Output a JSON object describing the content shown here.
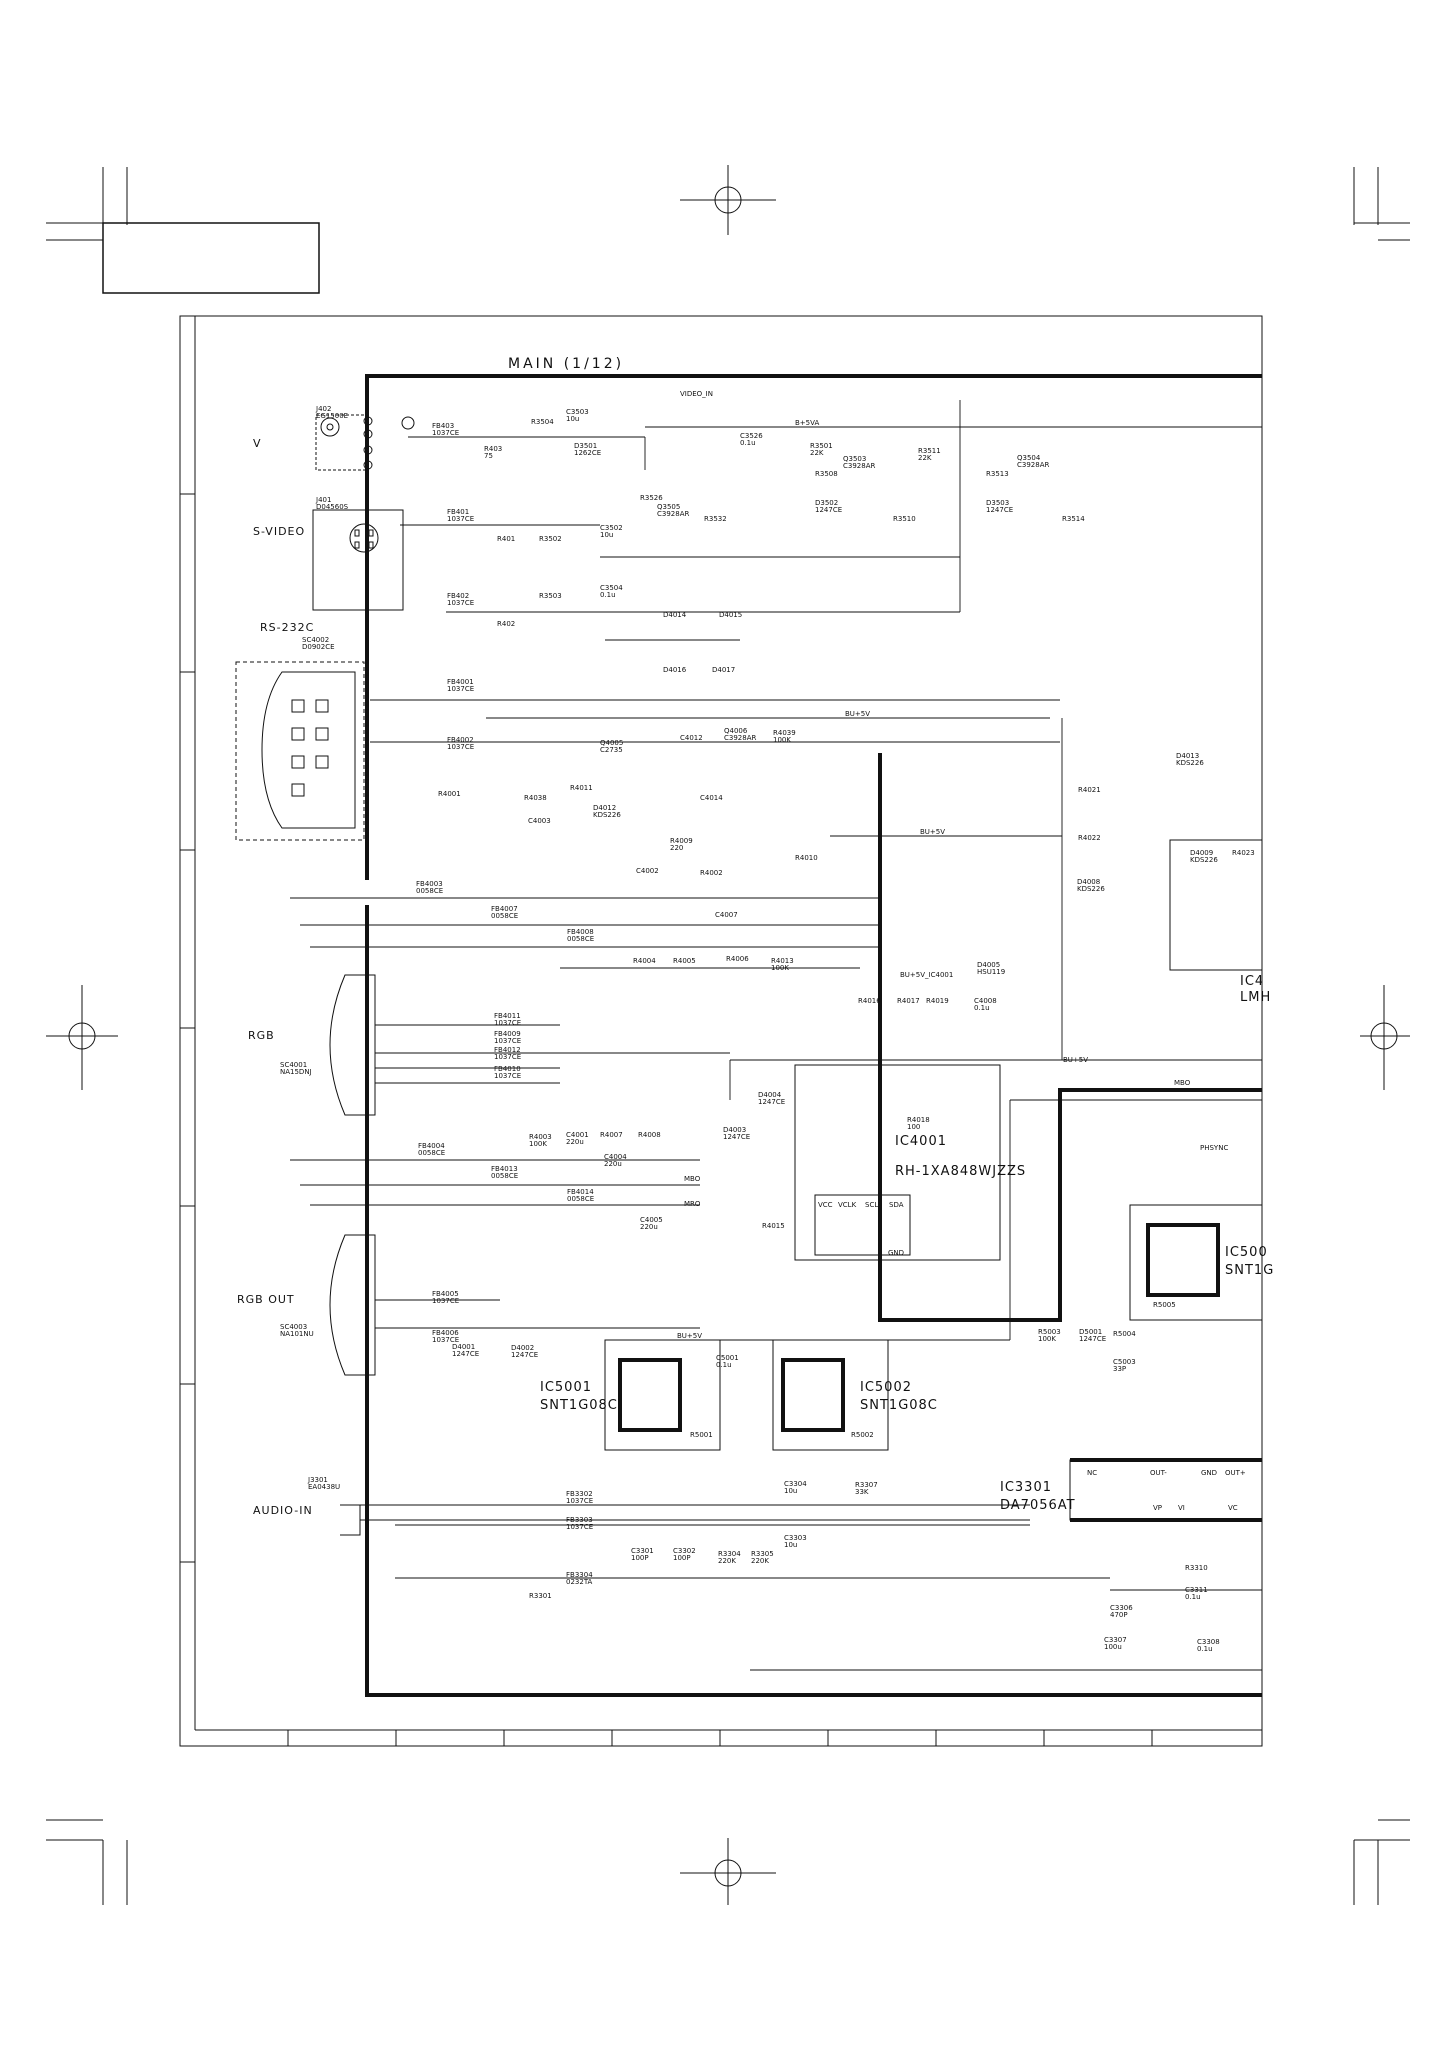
{
  "sheet": {
    "title": "MAIN (1/12)"
  },
  "connectors": {
    "v": "V",
    "svideo": "S-VIDEO",
    "rs232c": "RS-232C",
    "rgb": "RGB",
    "rgb_out": "RGB OUT",
    "audio_in": "AUDIO-IN"
  },
  "ics": {
    "ic4001": "IC4001",
    "ic4001_part": "RH-1XA848WJZZS",
    "ic5001": "IC5001",
    "ic5001_part": "SNT1G08C",
    "ic5002": "IC5002",
    "ic5002_part": "SNT1G08C",
    "ic3301": "IC3301",
    "ic3301_part": "DA7056AT",
    "ic500x": "IC500",
    "ic500x_part": "SNT1G",
    "ic4x": "IC4",
    "ic4x_part": "LMH"
  },
  "components": [
    {
      "id": "c-j402",
      "t": "J402"
    },
    {
      "id": "c-j402-p",
      "t": "EG1500E"
    },
    {
      "id": "c-j401",
      "t": "J401"
    },
    {
      "id": "c-j401-p",
      "t": "D04560S"
    },
    {
      "id": "c-sc4002",
      "t": "SC4002"
    },
    {
      "id": "c-sc4002-p",
      "t": "D0902CE"
    },
    {
      "id": "c-fb403",
      "t": "FB403"
    },
    {
      "id": "c-fb403-p",
      "t": "1037CE"
    },
    {
      "id": "c-r403",
      "t": "R403"
    },
    {
      "id": "c-r403-v",
      "t": "75"
    },
    {
      "id": "c-r3504",
      "t": "R3504"
    },
    {
      "id": "c-c3503",
      "t": "C3503"
    },
    {
      "id": "c-c3503-v",
      "t": "10u"
    },
    {
      "id": "c-d3501",
      "t": "D3501"
    },
    {
      "id": "c-d3501-p",
      "t": "1262CE"
    },
    {
      "id": "c-videoin",
      "t": "VIDEO_IN"
    },
    {
      "id": "c-b5va",
      "t": "B+5VA"
    },
    {
      "id": "c-c3526",
      "t": "C3526"
    },
    {
      "id": "c-c3526-v",
      "t": "0.1u"
    },
    {
      "id": "c-r3526",
      "t": "R3526"
    },
    {
      "id": "c-q3505",
      "t": "Q3505"
    },
    {
      "id": "c-q3505-p",
      "t": "C3928AR"
    },
    {
      "id": "c-r3532",
      "t": "R3532"
    },
    {
      "id": "c-r3501",
      "t": "R3501"
    },
    {
      "id": "c-r3501-v",
      "t": "22K"
    },
    {
      "id": "c-q3503",
      "t": "Q3503"
    },
    {
      "id": "c-q3503-p",
      "t": "C3928AR"
    },
    {
      "id": "c-r3508",
      "t": "R3508"
    },
    {
      "id": "c-d3502",
      "t": "D3502"
    },
    {
      "id": "c-d3502-p",
      "t": "1247CE"
    },
    {
      "id": "c-r3510",
      "t": "R3510"
    },
    {
      "id": "c-r3511",
      "t": "R3511"
    },
    {
      "id": "c-r3511-v",
      "t": "22K"
    },
    {
      "id": "c-r3513",
      "t": "R3513"
    },
    {
      "id": "c-d3503",
      "t": "D3503"
    },
    {
      "id": "c-d3503-p",
      "t": "1247CE"
    },
    {
      "id": "c-q3504",
      "t": "Q3504"
    },
    {
      "id": "c-q3504-p",
      "t": "C3928AR"
    },
    {
      "id": "c-r3514",
      "t": "R3514"
    },
    {
      "id": "c-fb401",
      "t": "FB401"
    },
    {
      "id": "c-fb401-p",
      "t": "1037CE"
    },
    {
      "id": "c-r401",
      "t": "R401"
    },
    {
      "id": "c-r3502",
      "t": "R3502"
    },
    {
      "id": "c-c3502",
      "t": "C3502"
    },
    {
      "id": "c-c3502-v",
      "t": "10u"
    },
    {
      "id": "c-fb402",
      "t": "FB402"
    },
    {
      "id": "c-fb402-p",
      "t": "1037CE"
    },
    {
      "id": "c-r3503",
      "t": "R3503"
    },
    {
      "id": "c-c3504",
      "t": "C3504"
    },
    {
      "id": "c-c3504-v",
      "t": "0.1u"
    },
    {
      "id": "c-r402",
      "t": "R402"
    },
    {
      "id": "c-d4014",
      "t": "D4014"
    },
    {
      "id": "c-d4015",
      "t": "D4015"
    },
    {
      "id": "c-d4016",
      "t": "D4016"
    },
    {
      "id": "c-d4017",
      "t": "D4017"
    },
    {
      "id": "c-fb4001",
      "t": "FB4001"
    },
    {
      "id": "c-fb4001-p",
      "t": "1037CE"
    },
    {
      "id": "c-fb4002",
      "t": "FB4002"
    },
    {
      "id": "c-fb4002-p",
      "t": "1037CE"
    },
    {
      "id": "c-r4001",
      "t": "R4001"
    },
    {
      "id": "c-bu5v-1",
      "t": "BU+5V"
    },
    {
      "id": "c-c4012",
      "t": "C4012"
    },
    {
      "id": "c-q4006",
      "t": "Q4006"
    },
    {
      "id": "c-q4006-p",
      "t": "C3928AR"
    },
    {
      "id": "c-r4039",
      "t": "R4039"
    },
    {
      "id": "c-r4039-v",
      "t": "100K"
    },
    {
      "id": "c-q4005",
      "t": "Q4005"
    },
    {
      "id": "c-q4005-p",
      "t": "C2735"
    },
    {
      "id": "c-r4038",
      "t": "R4038"
    },
    {
      "id": "c-r4011",
      "t": "R4011"
    },
    {
      "id": "c-c4003",
      "t": "C4003"
    },
    {
      "id": "c-d4012",
      "t": "D4012"
    },
    {
      "id": "c-d4012-p",
      "t": "KDS226"
    },
    {
      "id": "c-c4014",
      "t": "C4014"
    },
    {
      "id": "c-r4009",
      "t": "R4009"
    },
    {
      "id": "c-r4009-v",
      "t": "220"
    },
    {
      "id": "c-c4002",
      "t": "C4002"
    },
    {
      "id": "c-r4002",
      "t": "R4002"
    },
    {
      "id": "c-r4010",
      "t": "R4010"
    },
    {
      "id": "c-bu5v-2",
      "t": "BU+5V"
    },
    {
      "id": "c-d4013",
      "t": "D4013"
    },
    {
      "id": "c-d4013-p",
      "t": "KDS226"
    },
    {
      "id": "c-r4021",
      "t": "R4021"
    },
    {
      "id": "c-r4022",
      "t": "R4022"
    },
    {
      "id": "c-d4008",
      "t": "D4008"
    },
    {
      "id": "c-d4008-p",
      "t": "KDS226"
    },
    {
      "id": "c-d4009",
      "t": "D4009"
    },
    {
      "id": "c-d4009-p",
      "t": "KDS226"
    },
    {
      "id": "c-r4023",
      "t": "R4023"
    },
    {
      "id": "c-fb4003",
      "t": "FB4003"
    },
    {
      "id": "c-fb4003-p",
      "t": "0058CE"
    },
    {
      "id": "c-fb4007",
      "t": "FB4007"
    },
    {
      "id": "c-fb4007-p",
      "t": "0058CE"
    },
    {
      "id": "c-fb4008",
      "t": "FB4008"
    },
    {
      "id": "c-fb4008-p",
      "t": "0058CE"
    },
    {
      "id": "c-c4007",
      "t": "C4007"
    },
    {
      "id": "c-r4004",
      "t": "R4004"
    },
    {
      "id": "c-r4005",
      "t": "R4005"
    },
    {
      "id": "c-r4006",
      "t": "R4006"
    },
    {
      "id": "c-r4013",
      "t": "R4013"
    },
    {
      "id": "c-r4013-v",
      "t": "100K"
    },
    {
      "id": "c-d4005",
      "t": "D4005"
    },
    {
      "id": "c-d4005-p",
      "t": "HSU119"
    },
    {
      "id": "c-bu5v-ic",
      "t": "BU+5V_IC4001"
    },
    {
      "id": "c-r4016",
      "t": "R4016"
    },
    {
      "id": "c-r4017",
      "t": "R4017"
    },
    {
      "id": "c-r4019",
      "t": "R4019"
    },
    {
      "id": "c-c4008",
      "t": "C4008"
    },
    {
      "id": "c-c4008-v",
      "t": "0.1u"
    },
    {
      "id": "c-sc4001",
      "t": "SC4001"
    },
    {
      "id": "c-sc4001-p",
      "t": "NA15DNJ"
    },
    {
      "id": "c-fb4011",
      "t": "FB4011"
    },
    {
      "id": "c-fb4011-p",
      "t": "1037CE"
    },
    {
      "id": "c-fb4009",
      "t": "FB4009"
    },
    {
      "id": "c-fb4009-p",
      "t": "1037CE"
    },
    {
      "id": "c-fb4012",
      "t": "FB4012"
    },
    {
      "id": "c-fb4012-p",
      "t": "1037CE"
    },
    {
      "id": "c-fb4010",
      "t": "FB4010"
    },
    {
      "id": "c-fb4010-p",
      "t": "1037CE"
    },
    {
      "id": "c-bu5v-3",
      "t": "BU+5V"
    },
    {
      "id": "c-d4003",
      "t": "D4003"
    },
    {
      "id": "c-d4003-p",
      "t": "1247CE"
    },
    {
      "id": "c-d4004",
      "t": "D4004"
    },
    {
      "id": "c-d4004-p",
      "t": "1247CE"
    },
    {
      "id": "c-r4018",
      "t": "R4018"
    },
    {
      "id": "c-r4018-v",
      "t": "100"
    },
    {
      "id": "c-mbo",
      "t": "MBO"
    },
    {
      "id": "c-phsync",
      "t": "PHSYNC"
    },
    {
      "id": "c-r4003",
      "t": "R4003"
    },
    {
      "id": "c-r4003-v",
      "t": "100K"
    },
    {
      "id": "c-c4001",
      "t": "C4001"
    },
    {
      "id": "c-c4001-v",
      "t": "220u"
    },
    {
      "id": "c-r4007",
      "t": "R4007"
    },
    {
      "id": "c-r4008",
      "t": "R4008"
    },
    {
      "id": "c-fb4004",
      "t": "FB4004"
    },
    {
      "id": "c-fb4004-p",
      "t": "0058CE"
    },
    {
      "id": "c-c4004",
      "t": "C4004"
    },
    {
      "id": "c-c4004-v",
      "t": "220u"
    },
    {
      "id": "c-fb4013",
      "t": "FB4013"
    },
    {
      "id": "c-fb4013-p",
      "t": "0058CE"
    },
    {
      "id": "c-fb4014",
      "t": "FB4014"
    },
    {
      "id": "c-fb4014-p",
      "t": "0058CE"
    },
    {
      "id": "c-mbo-2",
      "t": "MBO"
    },
    {
      "id": "c-mro",
      "t": "MRO"
    },
    {
      "id": "c-c4005",
      "t": "C4005"
    },
    {
      "id": "c-c4005-v",
      "t": "220u"
    },
    {
      "id": "c-r4015",
      "t": "R4015"
    },
    {
      "id": "c-pin-vcc",
      "t": "VCC"
    },
    {
      "id": "c-pin-vclk",
      "t": "VCLK"
    },
    {
      "id": "c-pin-scl",
      "t": "SCL"
    },
    {
      "id": "c-pin-sda",
      "t": "SDA"
    },
    {
      "id": "c-pin-gnd",
      "t": "GND"
    },
    {
      "id": "c-bu5v-4",
      "t": "BU+5V"
    },
    {
      "id": "c-sc4003",
      "t": "SC4003"
    },
    {
      "id": "c-sc4003-p",
      "t": "NA101NU"
    },
    {
      "id": "c-fb4005",
      "t": "FB4005"
    },
    {
      "id": "c-fb4005-p",
      "t": "1037CE"
    },
    {
      "id": "c-fb4006",
      "t": "FB4006"
    },
    {
      "id": "c-fb4006-p",
      "t": "1037CE"
    },
    {
      "id": "c-d4001",
      "t": "D4001"
    },
    {
      "id": "c-d4001-p",
      "t": "1247CE"
    },
    {
      "id": "c-d4002",
      "t": "D4002"
    },
    {
      "id": "c-d4002-p",
      "t": "1247CE"
    },
    {
      "id": "c-c5001",
      "t": "C5001"
    },
    {
      "id": "c-c5001-v",
      "t": "0.1u"
    },
    {
      "id": "c-r5001",
      "t": "R5001"
    },
    {
      "id": "c-r5002",
      "t": "R5002"
    },
    {
      "id": "c-r5003",
      "t": "R5003"
    },
    {
      "id": "c-r5003-v",
      "t": "100K"
    },
    {
      "id": "c-d5001",
      "t": "D5001"
    },
    {
      "id": "c-d5001-p",
      "t": "1247CE"
    },
    {
      "id": "c-r5004",
      "t": "R5004"
    },
    {
      "id": "c-c5003",
      "t": "C5003"
    },
    {
      "id": "c-c5003-v",
      "t": "33P"
    },
    {
      "id": "c-r5005",
      "t": "R5005"
    },
    {
      "id": "c-j3301",
      "t": "J3301"
    },
    {
      "id": "c-j3301-p",
      "t": "EA0438U"
    },
    {
      "id": "c-fb3302",
      "t": "FB3302"
    },
    {
      "id": "c-fb3302-p",
      "t": "1037CE"
    },
    {
      "id": "c-fb3303",
      "t": "FB3303"
    },
    {
      "id": "c-fb3303-p",
      "t": "1037CE"
    },
    {
      "id": "c-fb3304",
      "t": "FB3304"
    },
    {
      "id": "c-fb3304-p",
      "t": "0232TA"
    },
    {
      "id": "c-r3301",
      "t": "R3301"
    },
    {
      "id": "c-c3304",
      "t": "C3304"
    },
    {
      "id": "c-c3304-v",
      "t": "10u"
    },
    {
      "id": "c-c3303",
      "t": "C3303"
    },
    {
      "id": "c-c3303-v",
      "t": "10u"
    },
    {
      "id": "c-r3307",
      "t": "R3307"
    },
    {
      "id": "c-r3307-v",
      "t": "33K"
    },
    {
      "id": "c-c3301",
      "t": "C3301"
    },
    {
      "id": "c-c3301-v",
      "t": "100P"
    },
    {
      "id": "c-c3302",
      "t": "C3302"
    },
    {
      "id": "c-c3302-v",
      "t": "100P"
    },
    {
      "id": "c-r3304",
      "t": "R3304"
    },
    {
      "id": "c-r3304-v",
      "t": "220K"
    },
    {
      "id": "c-r3305",
      "t": "R3305"
    },
    {
      "id": "c-r3305-v",
      "t": "220K"
    },
    {
      "id": "c-r3310",
      "t": "R3310"
    },
    {
      "id": "c-c3311",
      "t": "C3311"
    },
    {
      "id": "c-c3311-v",
      "t": "0.1u"
    },
    {
      "id": "c-c3306",
      "t": "C3306"
    },
    {
      "id": "c-c3306-v",
      "t": "470P"
    },
    {
      "id": "c-c3307",
      "t": "C3307"
    },
    {
      "id": "c-c3307-v",
      "t": "100u"
    },
    {
      "id": "c-c3308",
      "t": "C3308"
    },
    {
      "id": "c-c3308-v",
      "t": "0.1u"
    },
    {
      "id": "c-ic3301-nc",
      "t": "NC"
    },
    {
      "id": "c-ic3301-out",
      "t": "OUT-"
    },
    {
      "id": "c-ic3301-gnd",
      "t": "GND"
    },
    {
      "id": "c-ic3301-outp",
      "t": "OUT+"
    },
    {
      "id": "c-ic3301-vp",
      "t": "VP"
    },
    {
      "id": "c-ic3301-vi",
      "t": "VI"
    },
    {
      "id": "c-ic3301-vc",
      "t": "VC"
    }
  ]
}
